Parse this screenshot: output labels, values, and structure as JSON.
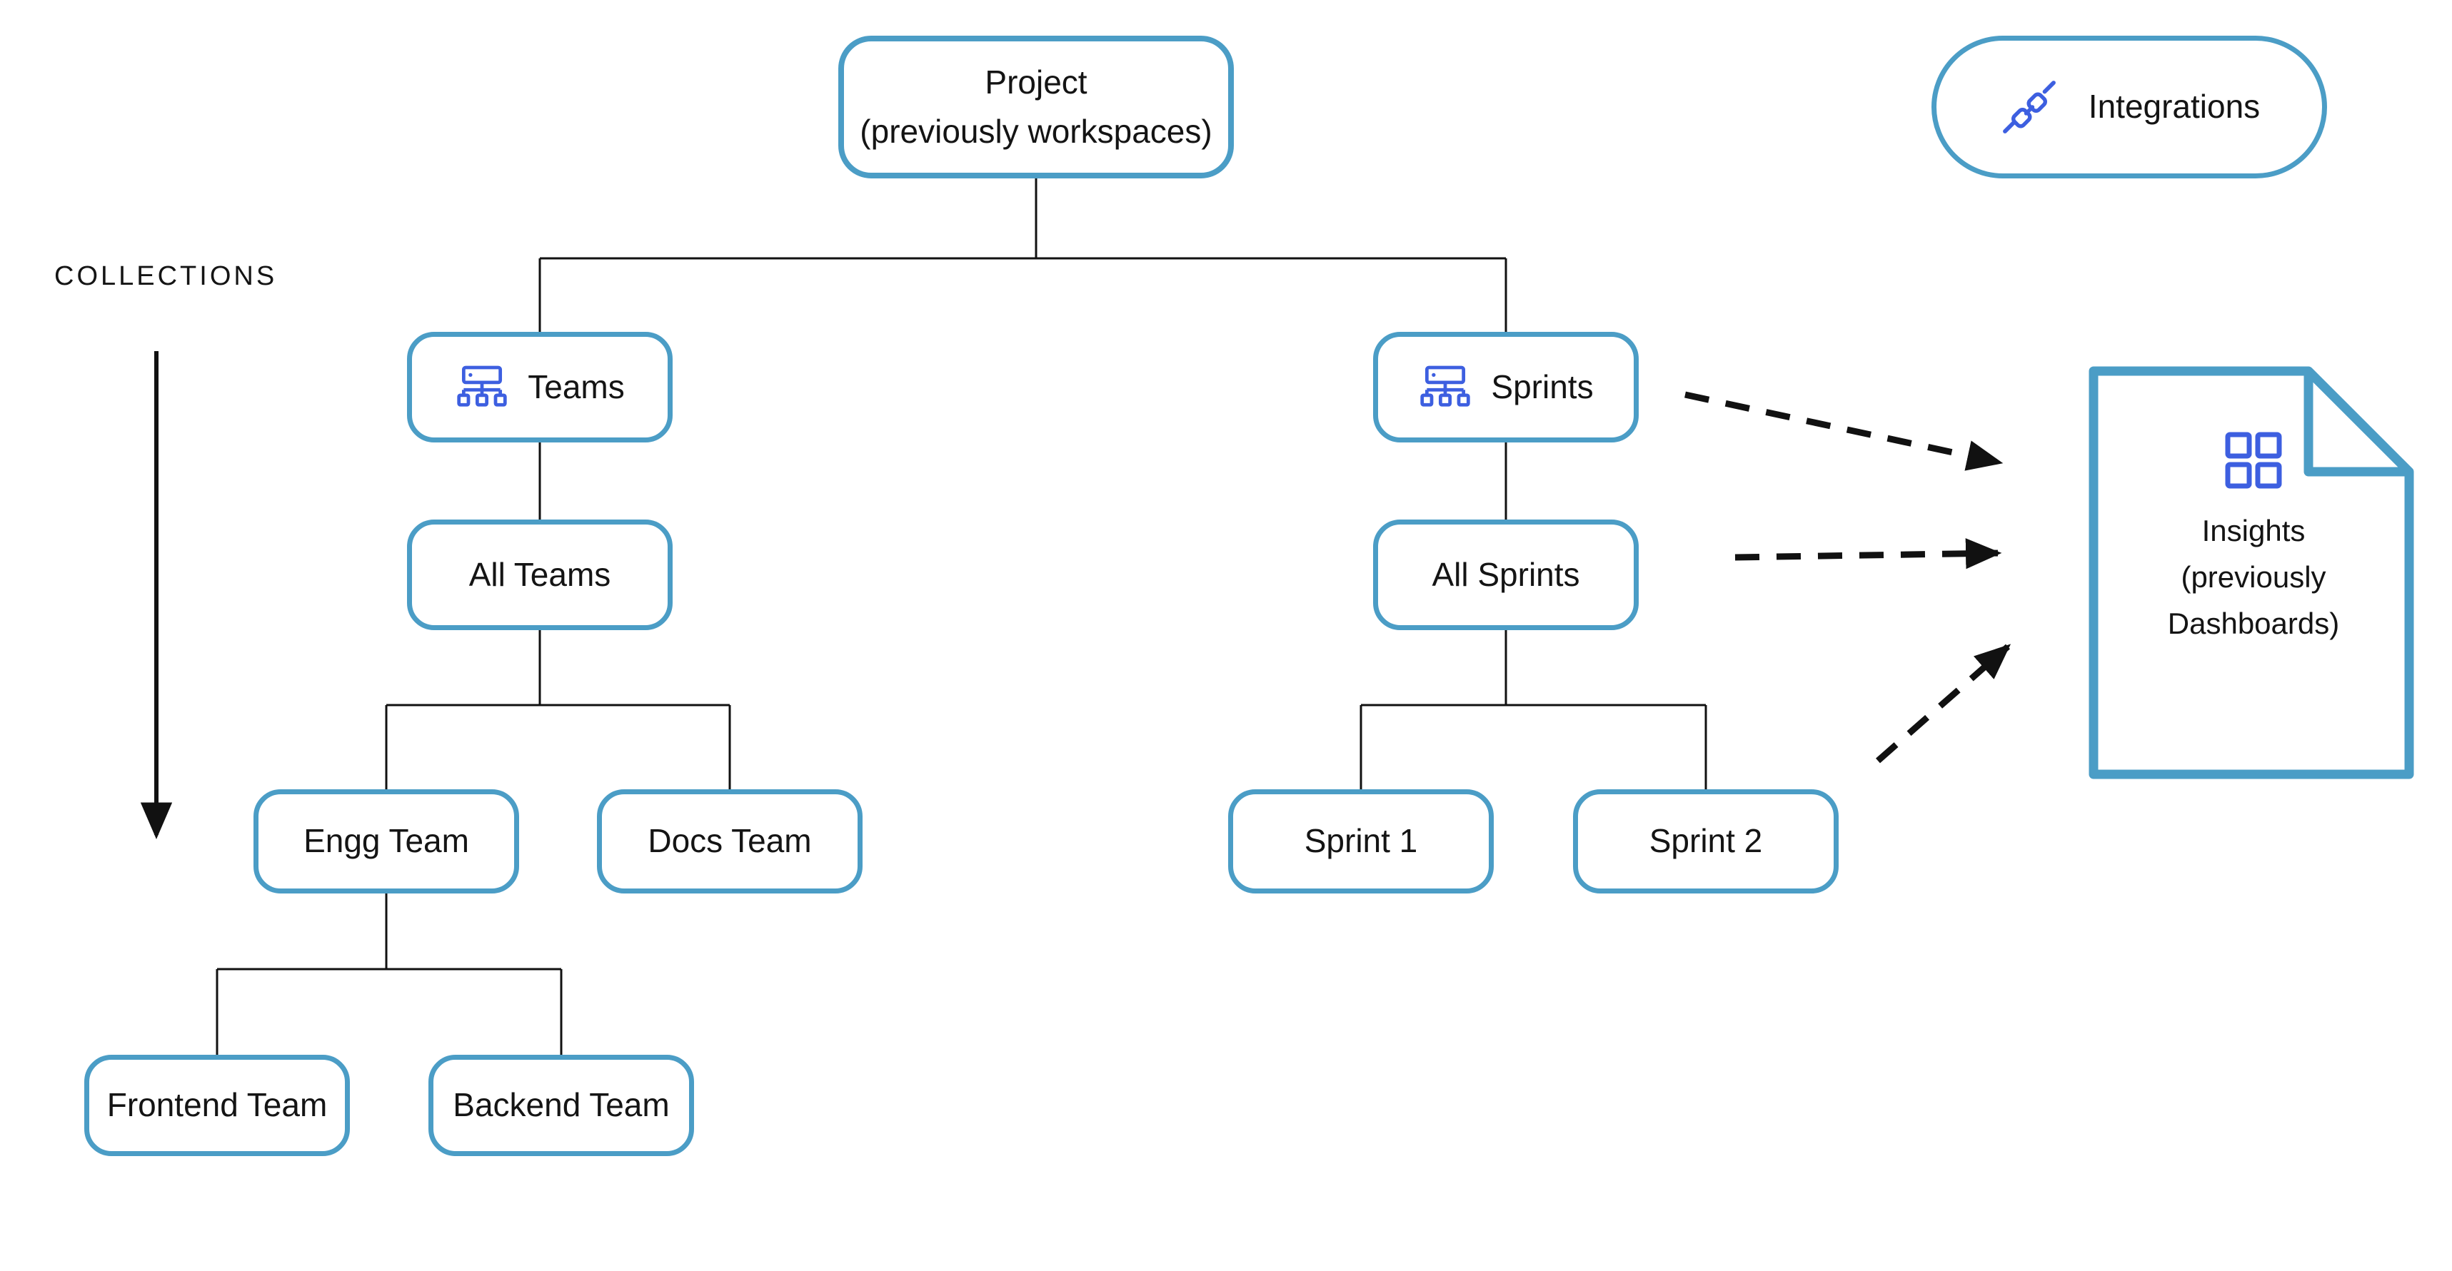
{
  "diagram": {
    "collections_label": "COLLECTIONS",
    "nodes": {
      "project": {
        "lines": [
          "Project",
          "(previously workspaces)"
        ]
      },
      "integrations": {
        "label": "Integrations",
        "icon": "plug-connection-icon"
      },
      "teams": {
        "label": "Teams",
        "icon": "org-hierarchy-icon"
      },
      "sprints": {
        "label": "Sprints",
        "icon": "org-hierarchy-icon"
      },
      "all_teams": {
        "label": "All Teams"
      },
      "all_sprints": {
        "label": "All Sprints"
      },
      "engg_team": {
        "label": "Engg Team"
      },
      "docs_team": {
        "label": "Docs Team"
      },
      "sprint_1": {
        "label": "Sprint 1"
      },
      "sprint_2": {
        "label": "Sprint 2"
      },
      "frontend_team": {
        "label": "Frontend Team"
      },
      "backend_team": {
        "label": "Backend Team"
      },
      "insights": {
        "lines": [
          "Insights",
          "(previously",
          "Dashboards)"
        ],
        "icon": "dashboard-grid-icon"
      }
    },
    "colors": {
      "box_border": "#4b9dc6",
      "doc_border": "#4b9dc6",
      "icon_blue": "#3d5fe0",
      "connector": "#111111",
      "text": "#141414"
    }
  }
}
